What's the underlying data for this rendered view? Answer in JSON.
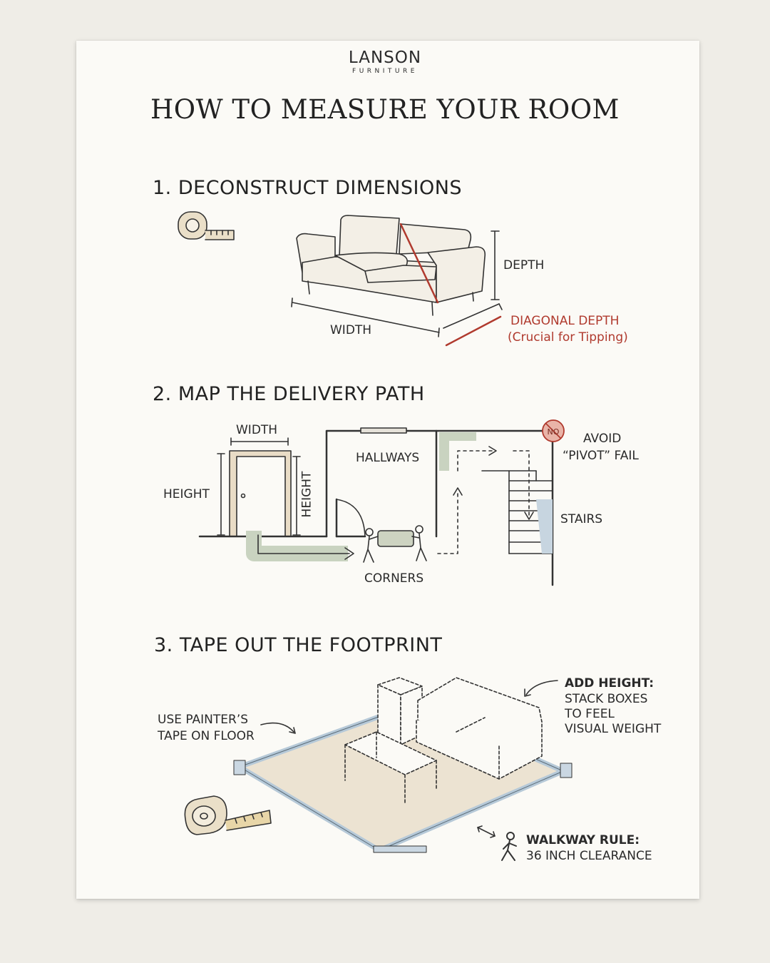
{
  "brand": {
    "name": "LANSON",
    "sub": "FURNITURE"
  },
  "title": "HOW TO MEASURE YOUR ROOM",
  "section1": {
    "heading": "1. DECONSTRUCT DIMENSIONS",
    "depth": "DEPTH",
    "width": "WIDTH",
    "diagonal": "DIAGONAL DEPTH",
    "diagonal_note": "(Crucial for Tipping)"
  },
  "section2": {
    "heading": "2. MAP THE DELIVERY PATH",
    "width": "WIDTH",
    "height_left": "HEIGHT",
    "height_vertical": "HEIGHT",
    "hallways": "HALLWAYS",
    "no_sign": "NO",
    "avoid_1": "AVOID",
    "avoid_2": "“PIVOT” FAIL",
    "stairs": "STAIRS",
    "corners": "CORNERS"
  },
  "section3": {
    "heading": "3. TAPE OUT THE FOOTPRINT",
    "tape_1": "USE PAINTER’S",
    "tape_2": "TAPE ON FLOOR",
    "height_1": "ADD HEIGHT:",
    "height_2": "STACK BOXES",
    "height_3": "TO FEEL",
    "height_4": "VISUAL WEIGHT",
    "walk_1": "WALKWAY RULE:",
    "walk_2": "36 INCH CLEARANCE"
  },
  "colors": {
    "accent_red": "#b03a2e",
    "green_fill": "#c9d3c0",
    "tape_blue": "#b6c9d8",
    "footprint": "#ece3d2"
  }
}
